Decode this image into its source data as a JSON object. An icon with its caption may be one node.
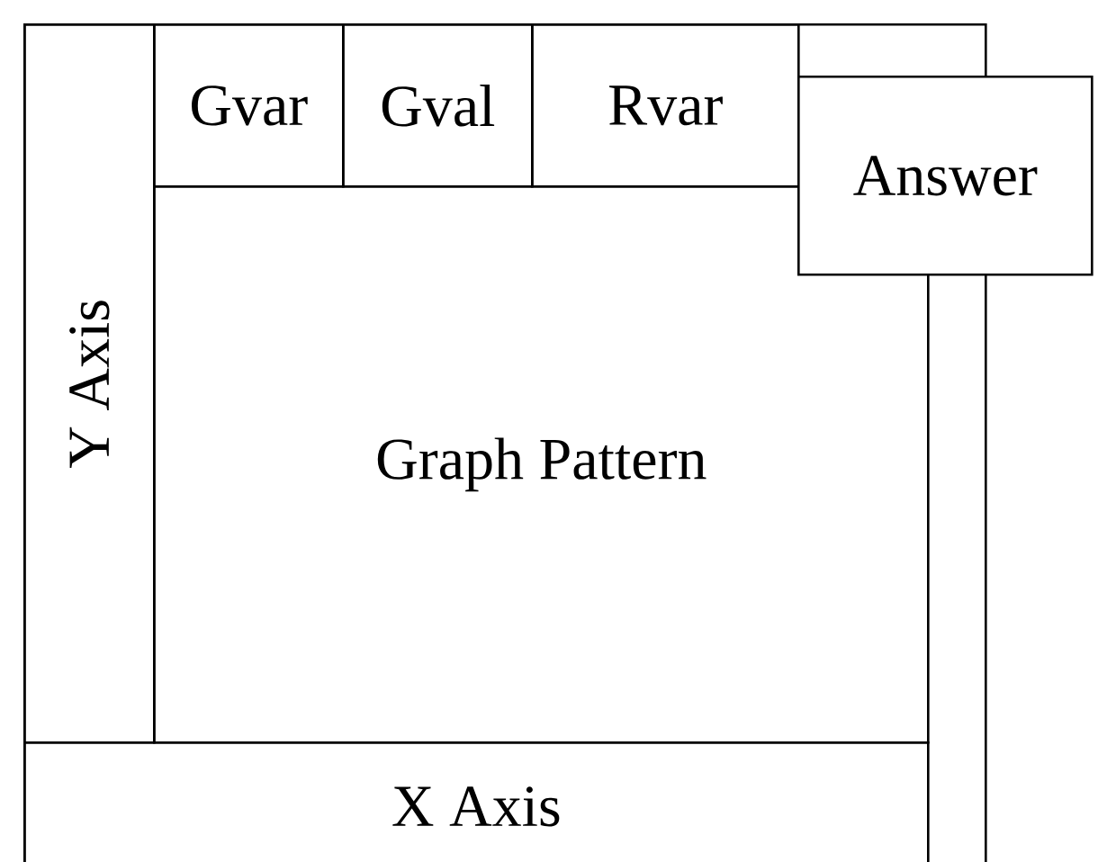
{
  "diagram": {
    "nodes": [
      {
        "text": [],
        "shape": "box"
      },
      {
        "text": [
          "Gvar"
        ],
        "in": 0
      },
      {
        "text": [
          "Gval"
        ],
        "in": 0
      },
      {
        "text": [
          "Rvar"
        ],
        "in": 0
      },
      {
        "text": [
          "Answer"
        ]
      },
      {
        "text": [
          "Y Axis"
        ],
        "in": 0
      },
      {
        "text": [
          "Graph Pattern"
        ],
        "in": 0
      },
      {
        "text": [
          "X Axis"
        ],
        "in": 0
      }
    ]
  }
}
